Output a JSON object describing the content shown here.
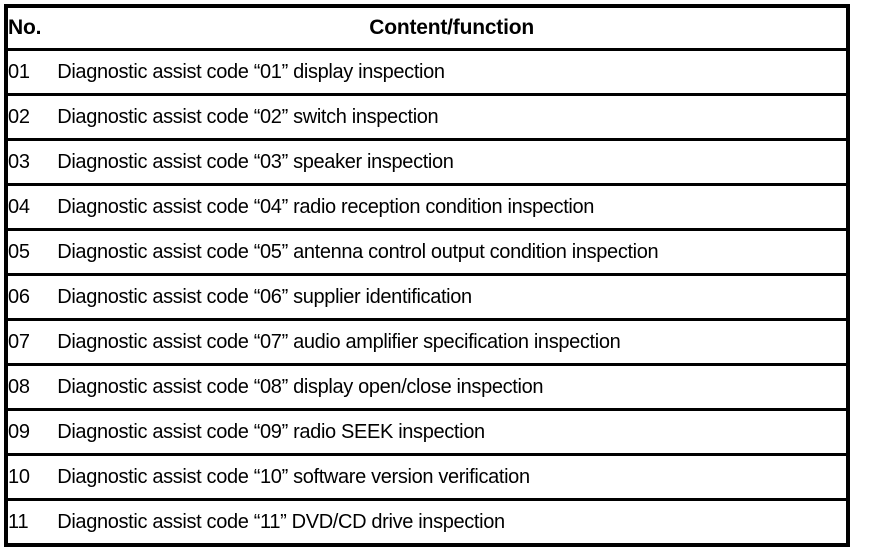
{
  "table": {
    "columns": [
      {
        "key": "no",
        "header": "No."
      },
      {
        "key": "content",
        "header": "Content/function"
      }
    ],
    "rows": [
      {
        "no": "01",
        "content": "Diagnostic assist code “01” display inspection"
      },
      {
        "no": "02",
        "content": "Diagnostic assist code “02” switch inspection"
      },
      {
        "no": "03",
        "content": "Diagnostic assist code “03” speaker inspection"
      },
      {
        "no": "04",
        "content": "Diagnostic assist code “04” radio reception condition inspection"
      },
      {
        "no": "05",
        "content": "Diagnostic assist code “05” antenna control output condition inspection"
      },
      {
        "no": "06",
        "content": "Diagnostic assist code “06” supplier identification"
      },
      {
        "no": "07",
        "content": "Diagnostic assist code “07” audio amplifier specification inspection"
      },
      {
        "no": "08",
        "content": "Diagnostic assist code “08” display open/close inspection"
      },
      {
        "no": "09",
        "content": "Diagnostic assist code “09” radio SEEK inspection"
      },
      {
        "no": "10",
        "content": "Diagnostic assist code “10” software version verification"
      },
      {
        "no": "11",
        "content": "Diagnostic assist code “11” DVD/CD drive inspection"
      }
    ]
  },
  "colors": {
    "border": "#000000",
    "text": "#000000",
    "background": "#ffffff"
  }
}
